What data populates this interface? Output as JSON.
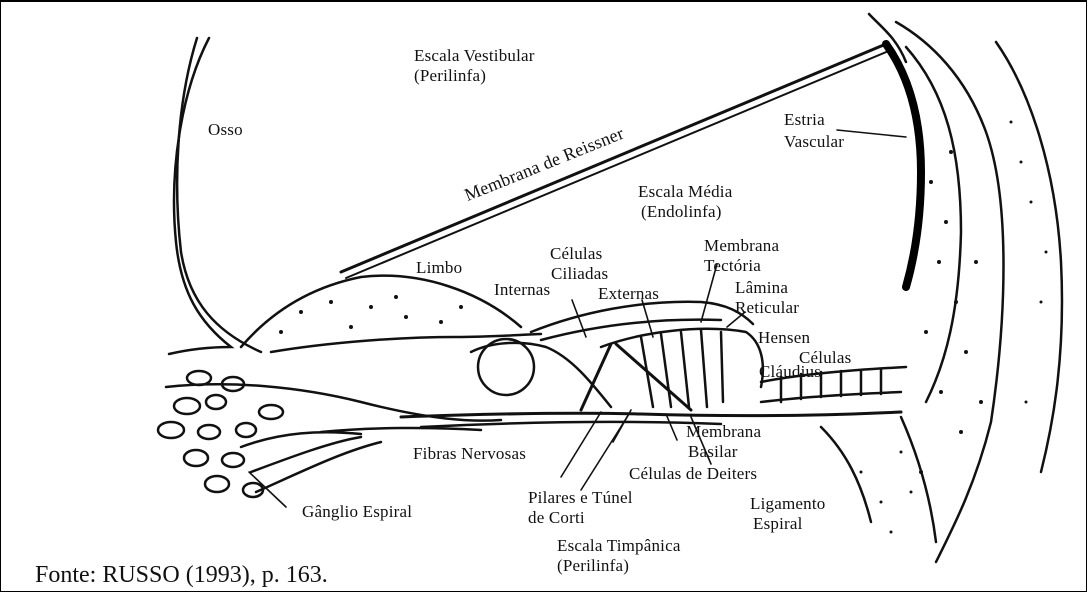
{
  "labels": {
    "escala_vestibular": "Escala Vestibular",
    "perilinfa_top": "(Perilinfa)",
    "osso": "Osso",
    "membrana_reissner": "Membrana de Reissner",
    "estria": "Estria",
    "vascular": "Vascular",
    "escala_media": "Escala Média",
    "endolinfa": "(Endolinfa)",
    "celulas_ciliadas_1": "Células",
    "celulas_ciliadas_2": "Ciliadas",
    "membrana_tectoria_1": "Membrana",
    "membrana_tectoria_2": "Tectória",
    "limbo": "Limbo",
    "internas": "Internas",
    "externas": "Externas",
    "lamina": "Lâmina",
    "reticular": "Reticular",
    "hensen": "Hensen",
    "celulas": "Células",
    "claudius": "Cláudius",
    "membrana_basilar_1": "Membrana",
    "membrana_basilar_2": "Basilar",
    "fibras_nervosas": "Fibras Nervosas",
    "celulas_deiters": "Células de Deiters",
    "pilares_1": "Pilares e Túnel",
    "pilares_2": "de Corti",
    "ligamento_1": "Ligamento",
    "ligamento_2": "Espiral",
    "ganglio": "Gânglio Espiral",
    "escala_timpanica": "Escala Timpânica",
    "perilinfa_bottom": "(Perilinfa)"
  },
  "source": "Fonte: RUSSO (1993), p. 163."
}
